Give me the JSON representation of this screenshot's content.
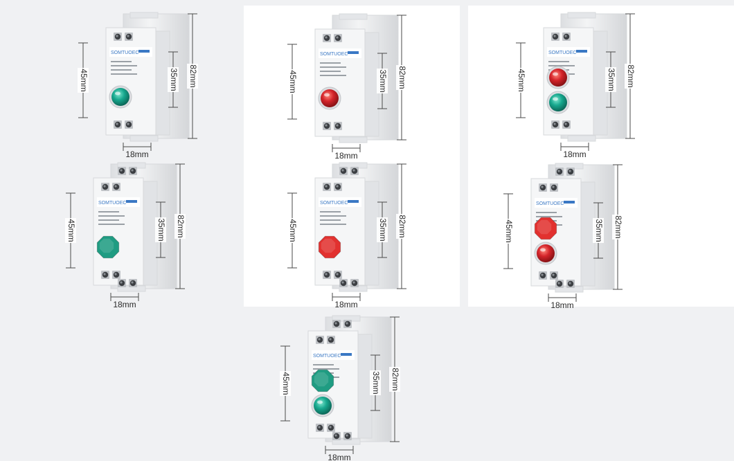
{
  "colors": {
    "background": "#f0f1f3",
    "panel": "#ffffff",
    "housing": "#e9eaec",
    "housing_shade": "#d6d8db",
    "brand_blue": "#3a78c4",
    "lamp_green": "#17a88e",
    "lamp_red": "#d4242a",
    "button_green": "#1f9c82",
    "button_red": "#e2312f",
    "dimension_line": "#4a4a4a"
  },
  "units": [
    {
      "id": "u1",
      "brand": "SOMTUOEC",
      "face": "round",
      "lamps": [
        "green"
      ],
      "dims": {
        "height": "82mm",
        "face": "45mm",
        "mid": "35mm",
        "width": "18mm"
      }
    },
    {
      "id": "u2",
      "brand": "SOMTUOEC",
      "face": "round",
      "lamps": [
        "red"
      ],
      "dims": {
        "height": "82mm",
        "face": "45mm",
        "mid": "35mm",
        "width": "18mm"
      }
    },
    {
      "id": "u3",
      "brand": "SOMTUOEC",
      "face": "round",
      "lamps": [
        "red",
        "green"
      ],
      "dims": {
        "height": "82mm",
        "face": "45mm",
        "mid": "35mm",
        "width": "18mm"
      }
    },
    {
      "id": "u4",
      "brand": "SOMTUOEC",
      "face": "octagon",
      "lamps": [
        "green"
      ],
      "dims": {
        "height": "82mm",
        "face": "45mm",
        "mid": "35mm",
        "width": "18mm"
      }
    },
    {
      "id": "u5",
      "brand": "SOMTUOEC",
      "face": "octagon",
      "lamps": [
        "red"
      ],
      "dims": {
        "height": "82mm",
        "face": "45mm",
        "mid": "35mm",
        "width": "18mm"
      }
    },
    {
      "id": "u6",
      "brand": "SOMTUOEC",
      "face": "octagon",
      "lamps": [
        "red",
        "red"
      ],
      "dims": {
        "height": "82mm",
        "face": "45mm",
        "mid": "35mm",
        "width": "18mm"
      }
    },
    {
      "id": "u7",
      "brand": "SOMTUOEC",
      "face": "octagon",
      "lamps": [
        "green",
        "green"
      ],
      "dims": {
        "height": "82mm",
        "face": "45mm",
        "mid": "35mm",
        "width": "18mm"
      }
    }
  ]
}
